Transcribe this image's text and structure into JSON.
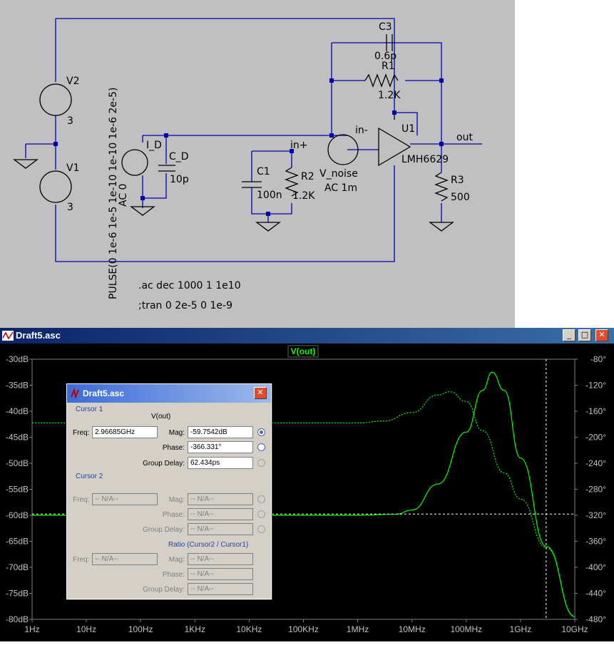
{
  "schematic": {
    "labels": {
      "V2": "V2",
      "V2_val": "3",
      "V1": "V1",
      "V1_val": "3",
      "ID": "I_D",
      "CD": "C_D",
      "CD_val": "10p",
      "ID_pulse": "PULSE(0 1e-6 1e-5 1e-10 1e-10 1e-6 2e-5)",
      "ID_ac": "AC 0",
      "C1": "C1",
      "C1_val": "100n",
      "R2": "R2",
      "R2_val": "1.2K",
      "inp": "in+",
      "inm": "in-",
      "Vnoise": "V_noise",
      "Vnoise_val": "AC 1m",
      "C3": "C3",
      "C3_val": "0.6p",
      "R1": "R1",
      "R1_val": "1.2K",
      "U1": "U1",
      "U1_val": "LMH6629",
      "out": "out",
      "R3": "R3",
      "R3_val": "500",
      "ac_cmd": ".ac dec 1000 1 1e10",
      "tran_cmd": ";tran 0 2e-5 0 1e-9"
    }
  },
  "plot_window": {
    "title": "Draft5.asc",
    "trace_label": "V(out)",
    "buttons": {
      "min": "_",
      "max": "□",
      "close": "✕"
    }
  },
  "chart_data": {
    "type": "line",
    "title": "V(out)",
    "x_scale": "log",
    "xlim": [
      1,
      10000000000
    ],
    "x_ticks": [
      "1Hz",
      "10Hz",
      "100Hz",
      "1KHz",
      "10KHz",
      "100KHz",
      "1MHz",
      "10MHz",
      "100MHz",
      "1GHz",
      "10GHz"
    ],
    "y_ticks_left": [
      "-30dB",
      "-35dB",
      "-40dB",
      "-45dB",
      "-50dB",
      "-55dB",
      "-60dB",
      "-65dB",
      "-70dB",
      "-75dB",
      "-80dB"
    ],
    "y_ticks_right": [
      "-80°",
      "-120°",
      "-160°",
      "-200°",
      "-240°",
      "-280°",
      "-320°",
      "-360°",
      "-400°",
      "-440°",
      "-480°"
    ],
    "ylim_left": [
      -80,
      -30
    ],
    "ylim_right": [
      -480,
      -80
    ],
    "series": [
      {
        "name": "V(out)",
        "style": "solid",
        "color": "#00ff00",
        "x": [
          1,
          1000000,
          5000000,
          10000000,
          30000000,
          100000000,
          200000000,
          300000000,
          500000000,
          1000000000,
          3000000000,
          10000000000
        ],
        "y": [
          -60,
          -60,
          -59.8,
          -59,
          -54,
          -44,
          -36,
          -32.5,
          -36,
          -49,
          -66,
          -79.5
        ]
      },
      {
        "name": "phase",
        "style": "dashed",
        "color": "#00ff00",
        "x": [
          1,
          1000000,
          3000000,
          10000000,
          30000000,
          50000000,
          100000000,
          200000000,
          500000000,
          1000000000,
          3000000000,
          10000000000
        ],
        "y": [
          -178,
          -178,
          -175,
          -162,
          -135,
          -130,
          -145,
          -190,
          -255,
          -295,
          -370,
          -475
        ]
      }
    ],
    "cursor": {
      "freq_hz": 2966850000,
      "mag_db": -59.7542
    }
  },
  "cursor_dialog": {
    "title": "Draft5.asc",
    "cursor1_label": "Cursor 1",
    "trace": "V(out)",
    "freq_label": "Freq:",
    "freq": "2.96685GHz",
    "mag_label": "Mag:",
    "mag": "-59.7542dB",
    "phase_label": "Phase:",
    "phase": "-366.331°",
    "gd_label": "Group Delay:",
    "gd": "62.434ps",
    "cursor2_label": "Cursor 2",
    "na": "-- N/A--",
    "ratio_label": "Ratio (Cursor2 / Cursor1)"
  }
}
